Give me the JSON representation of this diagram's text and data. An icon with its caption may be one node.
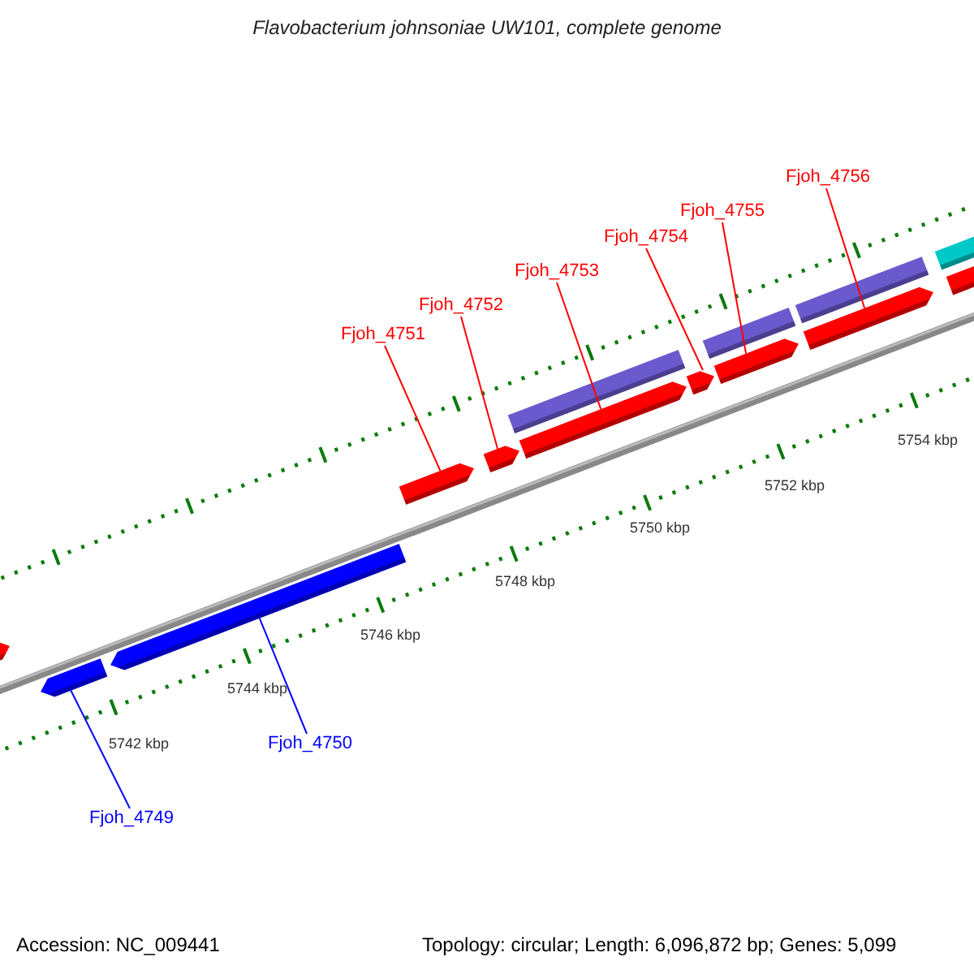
{
  "diagram": {
    "title": "Flavobacterium johnsoniae UW101, complete genome",
    "nodes": [
      {
        "text": [
          "Fjoh_4756"
        ]
      },
      {
        "text": [
          "Fjoh_4755"
        ]
      },
      {
        "text": [
          "Fjoh_4754"
        ]
      },
      {
        "text": [
          "Fjoh_4753"
        ]
      },
      {
        "text": [
          "Fjoh_4752"
        ]
      },
      {
        "text": [
          "Fjoh_4751"
        ]
      },
      {
        "text": [
          "Fjoh_4750"
        ]
      },
      {
        "text": [
          "Fjoh_4749"
        ]
      },
      {
        "text": [],
        "shape": "arrow"
      },
      {
        "text": [],
        "shape": "arrow"
      },
      {
        "text": [],
        "shape": "arrow"
      },
      {
        "text": [],
        "shape": "arrow"
      },
      {
        "text": [],
        "shape": "arrow"
      },
      {
        "text": [],
        "shape": "arrow"
      },
      {
        "text": [],
        "shape": "arrow"
      },
      {
        "text": [],
        "shape": "arrow"
      },
      {
        "text": [],
        "shape": "arrow"
      },
      {
        "text": [],
        "shape": "arrow"
      }
    ],
    "edges": [
      {
        "from": 0,
        "to": 16,
        "arrow": "none"
      },
      {
        "from": 1,
        "to": 15,
        "arrow": "none"
      },
      {
        "from": 2,
        "to": 14,
        "arrow": "none"
      },
      {
        "from": 3,
        "to": 13,
        "arrow": "none"
      },
      {
        "from": 4,
        "to": 12,
        "arrow": "none"
      },
      {
        "from": 5,
        "to": 11,
        "arrow": "none"
      },
      {
        "from": 6,
        "to": 10,
        "arrow": "none",
        "color": "#0000ff"
      },
      {
        "from": 7,
        "to": 9,
        "arrow": "none",
        "color": "#0000ff"
      }
    ],
    "labels": [
      "5754 kbp",
      "5752 kbp",
      "5750 kbp",
      "5748 kbp",
      "5746 kbp",
      "5744 kbp",
      "5742 kbp",
      "Accession: NC_009441",
      "Topology: circular; Length: 6,096,872 bp; Genes: 5,099"
    ]
  }
}
